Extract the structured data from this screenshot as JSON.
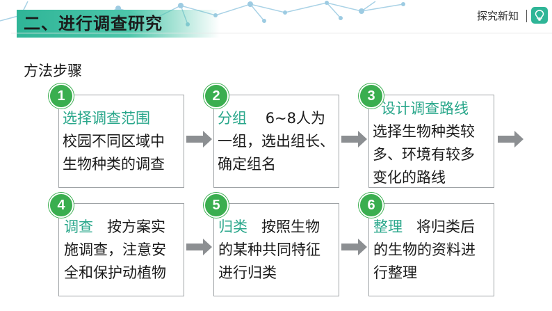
{
  "header": {
    "title": "二、进行调查研究",
    "tag": "探究新知",
    "colors": {
      "accent": "#2fb597",
      "step_circle": "#3aae4f",
      "highlight_text": "#2aa78b"
    }
  },
  "section": {
    "label": "方法步骤"
  },
  "steps": [
    {
      "number": "1",
      "heading": "选择调查范围",
      "lines": [
        "校园不同区域中",
        "生物种类的调查"
      ]
    },
    {
      "number": "2",
      "heading": "分组",
      "heading_rest": "    6~8人为",
      "lines": [
        "一组，选出组长、",
        "确定组名"
      ]
    },
    {
      "number": "3",
      "heading": "设计调查路线",
      "lines": [
        "选择生物种类较",
        "多、环境有较多",
        "变化的路线"
      ]
    },
    {
      "number": "4",
      "heading": "调查",
      "heading_rest": "   按方案实",
      "lines": [
        "施调查，注意安",
        "全和保护动植物"
      ]
    },
    {
      "number": "5",
      "heading": "归类",
      "heading_rest": "   按照生物",
      "lines": [
        "的某种共同特征",
        "进行归类"
      ]
    },
    {
      "number": "6",
      "heading": "整理",
      "heading_rest": "   将归类后",
      "lines": [
        "的生物的资料进",
        "行整理"
      ]
    }
  ]
}
